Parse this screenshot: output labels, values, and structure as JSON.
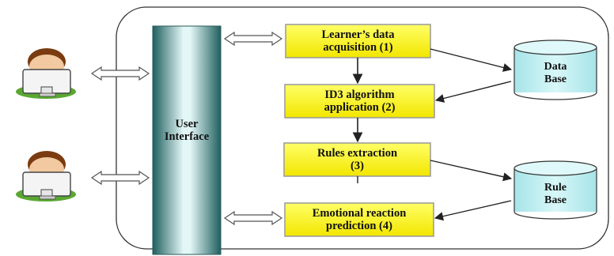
{
  "diagram": {
    "colors": {
      "box_fill": "#ffff33",
      "box_stroke": "#9a9a9a",
      "ui_panel_center": "#dff4f4",
      "ui_panel_edge": "#1d5a5a",
      "database_fill": "#c9f2f4",
      "arrow": "#222222",
      "container_stroke": "#333333"
    },
    "user_interface": {
      "label": "User\nInterface"
    },
    "process_steps": [
      {
        "label": "Learner’s data\nacquisition (1)"
      },
      {
        "label": "ID3 algorithm\napplication (2)"
      },
      {
        "label": "Rules extraction\n(3)"
      },
      {
        "label": "Emotional reaction\nprediction (4)"
      }
    ],
    "databases": [
      {
        "label": "Data\nBase"
      },
      {
        "label": "Rule\nBase"
      }
    ],
    "users": [
      {
        "icon": "learner-at-computer-icon"
      },
      {
        "icon": "learner-at-computer-icon"
      }
    ]
  }
}
